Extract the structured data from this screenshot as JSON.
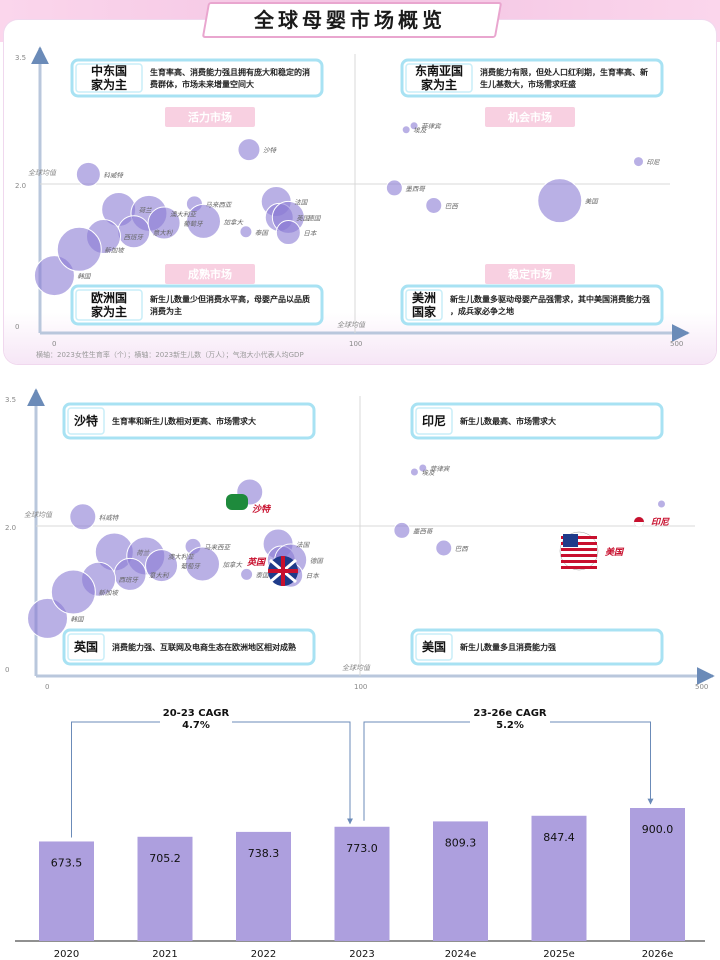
{
  "title": "全球母婴市场概览",
  "colors": {
    "bubble": "#8a7bd4",
    "bar": "#ad9fde",
    "quadrant_label": "#f2a9c8",
    "accent_pink": "#e48ab8",
    "text_red": "#c8102e"
  },
  "chart_data": [
    {
      "type": "scatter",
      "title": "",
      "xlabel": "全球均值",
      "ylabel": "全球均值",
      "x_ticks": [
        "0",
        "100",
        "500"
      ],
      "y_ticks": [
        "0",
        "2.0",
        "3.5"
      ],
      "source_note": "横轴：2023女性生育率（个）；横轴：2023新生儿数（万人）；气泡大小代表人均GDP",
      "quadrant_tags": [
        "活力市场",
        "机会市场",
        "成熟市场",
        "稳定市场"
      ],
      "callouts": [
        {
          "head": "中东国家为主",
          "body": "生育率高、消费能力强且拥有庞大和稳定的消费群体，市场未来增量空间大"
        },
        {
          "head": "东南亚国家为主",
          "body": "消费能力有限，但处人口红利期，生育率高、新生儿基数大，市场需求旺盛"
        },
        {
          "head": "欧洲国家为主",
          "body": "新生儿数量少但消费水平高，母婴产品以品质消费为主"
        },
        {
          "head": "美洲国家",
          "body": "新生儿数量多驱动母婴产品强需求，其中美国消费能力强，成兵家必争之地"
        }
      ],
      "points": [
        {
          "name": "沙特",
          "x": 65,
          "y": 2.3
        },
        {
          "name": "科威特",
          "x": 12,
          "y": 1.99
        },
        {
          "name": "荷兰",
          "x": 22,
          "y": 1.55
        },
        {
          "name": "澳大利亚",
          "x": 32,
          "y": 1.5
        },
        {
          "name": "马来西亚",
          "x": 47,
          "y": 1.62
        },
        {
          "name": "加拿大",
          "x": 50,
          "y": 1.4
        },
        {
          "name": "法国",
          "x": 74,
          "y": 1.65
        },
        {
          "name": "意大利",
          "x": 27,
          "y": 1.27
        },
        {
          "name": "英国",
          "x": 75,
          "y": 1.45
        },
        {
          "name": "德国",
          "x": 78,
          "y": 1.45
        },
        {
          "name": "韩国",
          "x": 0.8,
          "y": 0.72
        },
        {
          "name": "西班牙",
          "x": 17,
          "y": 1.21
        },
        {
          "name": "泰国",
          "x": 64,
          "y": 1.27
        },
        {
          "name": "新加坡",
          "x": 9,
          "y": 1.05
        },
        {
          "name": "日本",
          "x": 78,
          "y": 1.26
        },
        {
          "name": "葡萄牙",
          "x": 37,
          "y": 1.38
        },
        {
          "name": "菲律宾",
          "x": 175,
          "y": 2.6
        },
        {
          "name": "埃及",
          "x": 165,
          "y": 2.55
        },
        {
          "name": "印尼",
          "x": 460,
          "y": 2.15
        },
        {
          "name": "墨西哥",
          "x": 150,
          "y": 1.82
        },
        {
          "name": "美国",
          "x": 360,
          "y": 1.66
        },
        {
          "name": "巴西",
          "x": 200,
          "y": 1.6
        }
      ]
    },
    {
      "type": "scatter",
      "title": "",
      "xlabel": "全球均值",
      "ylabel": "全球均值",
      "x_ticks": [
        "0",
        "100",
        "500"
      ],
      "y_ticks": [
        "0",
        "2.0",
        "3.5"
      ],
      "callouts": [
        {
          "head": "沙特",
          "body": "生育率和新生儿数相对更高、市场需求大"
        },
        {
          "head": "印尼",
          "body": "新生儿数最高、市场需求大"
        },
        {
          "head": "英国",
          "body": "消费能力强、互联网及电商生态在欧洲地区相对成熟"
        },
        {
          "head": "美国",
          "body": "新生儿数量多且消费能力强"
        }
      ],
      "highlight_labels": [
        "沙特",
        "英国",
        "印尼",
        "美国"
      ]
    },
    {
      "type": "bar",
      "title": "",
      "categories": [
        "2020",
        "2021",
        "2022",
        "2023",
        "2024e",
        "2025e",
        "2026e"
      ],
      "values": [
        673.5,
        705.2,
        738.3,
        773.0,
        809.3,
        847.4,
        900.0
      ],
      "value_labels": [
        "673.5",
        "705.2",
        "738.3",
        "773.0",
        "809.3",
        "847.4",
        "900.0"
      ],
      "annotations": [
        {
          "label": "20-23 CAGR",
          "value": "4.7%"
        },
        {
          "label": "23-26e CAGR",
          "value": "5.2%"
        }
      ]
    }
  ]
}
